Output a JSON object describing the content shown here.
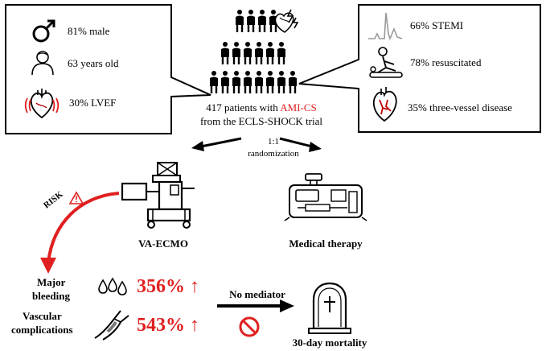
{
  "left_box": {
    "male": "81% male",
    "age": "63 years old",
    "lvef": "30% LVEF"
  },
  "right_box": {
    "stemi": "66% STEMI",
    "resuscitated": "78% resuscitated",
    "vessel": "35% three-vessel disease"
  },
  "center": {
    "patients_prefix": "417 patients with ",
    "patients_highlight": "AMI-CS",
    "trial": "from the ECLS-SHOCK  trial",
    "ratio": "1:1",
    "randomization": "randomization"
  },
  "arms": {
    "ecmo": "VA-ECMO",
    "medical": "Medical therapy"
  },
  "risk": {
    "label": "RISK"
  },
  "outcomes": {
    "bleeding_line1": "Major",
    "bleeding_line2": "bleeding",
    "bleeding_value": "356% ↑",
    "vascular_line1": "Vascular",
    "vascular_line2": "complications",
    "vascular_value": "543% ↑",
    "mediator": "No mediator",
    "mortality": "30-day mortality"
  },
  "colors": {
    "accent_red": "#e02020",
    "line": "#000000"
  }
}
